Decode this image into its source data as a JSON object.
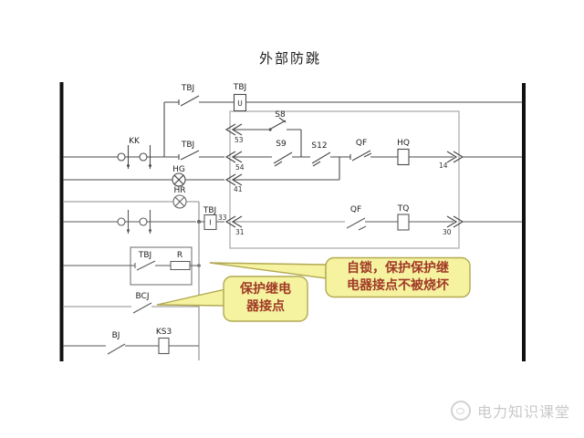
{
  "title": "外部防跳",
  "diagram": {
    "labels": {
      "tbj": "TBJ",
      "kk": "KK",
      "u_coil": "U",
      "i_coil": "I",
      "s8": "S8",
      "s9": "S9",
      "s12": "S12",
      "qf": "QF",
      "hq": "HQ",
      "tq": "TQ",
      "hg": "HG",
      "hr": "HR",
      "r": "R",
      "bcj": "BCJ",
      "bj": "BJ",
      "ks3": "KS3",
      "t53": "53",
      "t54": "54",
      "t41": "41",
      "t33": "33",
      "t31": "31",
      "t14": "14",
      "t30": "30"
    }
  },
  "callouts": {
    "fill": "#f5f2a0",
    "border": "#b2a952",
    "text_color": "#a03a26",
    "self_lock": {
      "text": "自锁，保护保护继电器接点不被烧坏"
    },
    "relay_contact": {
      "text": "保护继电器接点"
    }
  },
  "watermark": {
    "text": "电力知识课堂"
  }
}
